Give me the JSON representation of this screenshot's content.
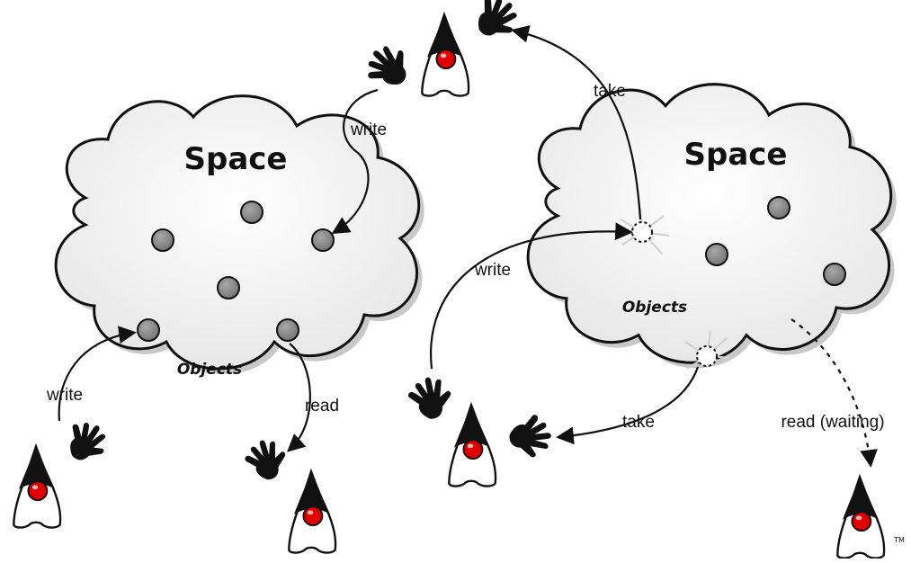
{
  "left_space": {
    "title": "Space",
    "objects_label": "Objects"
  },
  "right_space": {
    "title": "Space",
    "objects_label": "Objects"
  },
  "arrows": {
    "top_write": "write",
    "bottom_left_write": "write",
    "read": "read",
    "center_write": "write",
    "top_take": "take",
    "center_take": "take",
    "read_waiting": "read (waiting)"
  },
  "trademark": "TM",
  "colors": {
    "cloud_fill": "#f4f4f4",
    "cloud_stroke": "#111111",
    "object_fill": "#888888",
    "duke_nose": "#e00000",
    "duke_head": "#111111"
  }
}
